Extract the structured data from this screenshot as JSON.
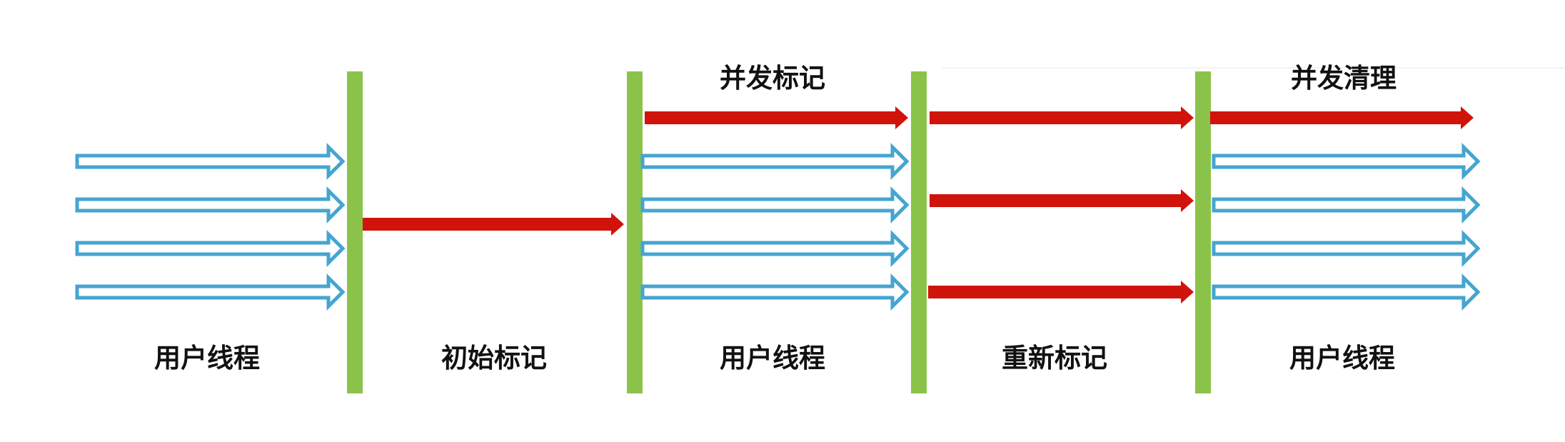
{
  "colors": {
    "barrier": "#8bc34a",
    "gc_arrow": "#d0140b",
    "user_arrow": "#45a5d0",
    "text": "#111111"
  },
  "labels": {
    "user_thread_1": "用户线程",
    "initial_mark": "初始标记",
    "user_thread_2": "用户线程",
    "remark": "重新标记",
    "user_thread_3": "用户线程",
    "concurrent_mark": "并发标记",
    "concurrent_sweep": "并发清理"
  }
}
